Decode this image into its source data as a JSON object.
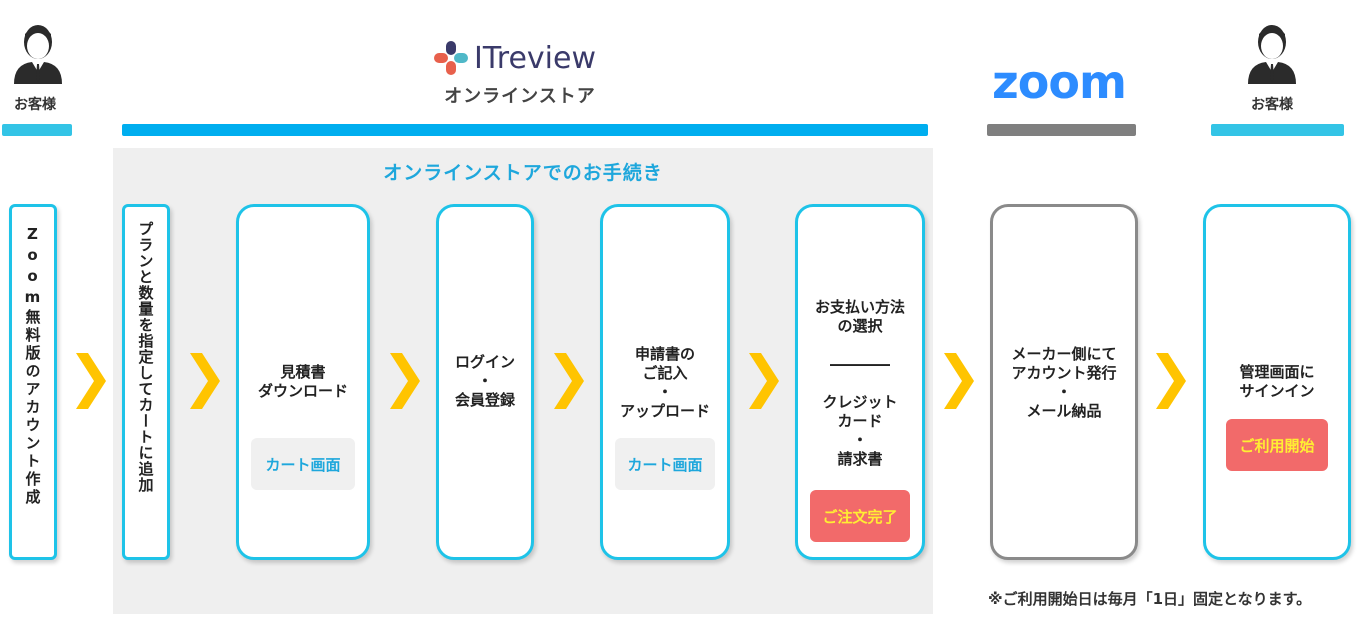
{
  "customer_left": {
    "label": "お客様"
  },
  "customer_right": {
    "label": "お客様"
  },
  "brand": {
    "itreview_logo": "ITreview",
    "itreview_sub": "オンラインストア",
    "zoom_logo": "zoom"
  },
  "panel": {
    "title": "オンラインストアでのお手続き"
  },
  "steps": [
    {
      "text": "Zoom無料版のアカウント作成"
    },
    {
      "text": "プランと数量を指定してカートに追加"
    },
    {
      "text": "見積書\nダウンロード",
      "pill": "カート画面"
    },
    {
      "text": "ログイン\n・\n会員登録"
    },
    {
      "text": "申請書の\nご記入\n・\nアップロード",
      "pill": "カート画面"
    },
    {
      "text": "お支払い方法\nの選択\n\n――――\n\nクレジット\nカード\n・\n請求書",
      "pill": "ご注文完了"
    },
    {
      "text": "メーカー側にて\nアカウント発行\n・\nメール納品"
    },
    {
      "text": "管理画面に\nサインイン",
      "pill": "ご利用開始"
    }
  ],
  "note": "※ご利用開始日は毎月「1日」固定となります。",
  "colors": {
    "cyan": "#1ec3e8",
    "blue": "#00aeef",
    "gray": "#8a8a8a",
    "red": "#f26a6a",
    "yellow": "#ffc400",
    "zoom_blue": "#2d8cff"
  }
}
